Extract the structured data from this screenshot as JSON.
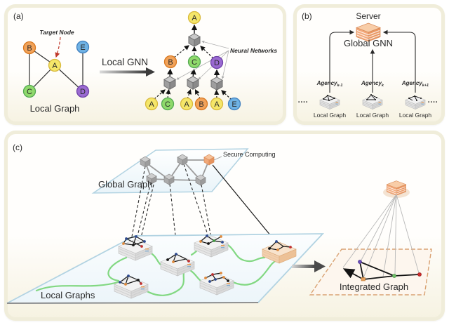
{
  "colors": {
    "node_orange": "#F1A259",
    "node_yellow": "#F5E669",
    "node_green": "#8FD96B",
    "node_purple": "#9A6AD1",
    "node_blue": "#6FB2E4",
    "server_orange": "#F2A87C",
    "link_green": "#82D882",
    "plane_border_blue": "#AFD2E0",
    "integrated_border": "#D9A273",
    "agency_blue": "#3B7FD4"
  },
  "panel_a": {
    "tag": "(a)",
    "target_node_label": "Target Node",
    "arrow_label": "Local GNN",
    "caption": "Local Graph",
    "annotation": "Neural Networks",
    "graph_nodes": [
      "B",
      "E",
      "A",
      "C",
      "D"
    ],
    "tree_root": "A",
    "tree_mid": [
      "B",
      "C",
      "D"
    ],
    "tree_leaves": [
      "A",
      "C",
      "A",
      "B",
      "A",
      "E"
    ]
  },
  "panel_b": {
    "tag": "(b)",
    "server_label": "Server",
    "global_gnn_label": "Global GNN",
    "agency_label": "Agency",
    "agency_subs": [
      "k-1",
      "k",
      "k+1"
    ],
    "local_graph_label": "Local Graph",
    "dots": "····"
  },
  "panel_c": {
    "tag": "(c)",
    "secure_computing_label": "Secure Computing",
    "global_graph_label": "Global Graph",
    "local_graphs_label": "Local Graphs",
    "integrated_graph_label": "Integrated Graph"
  }
}
